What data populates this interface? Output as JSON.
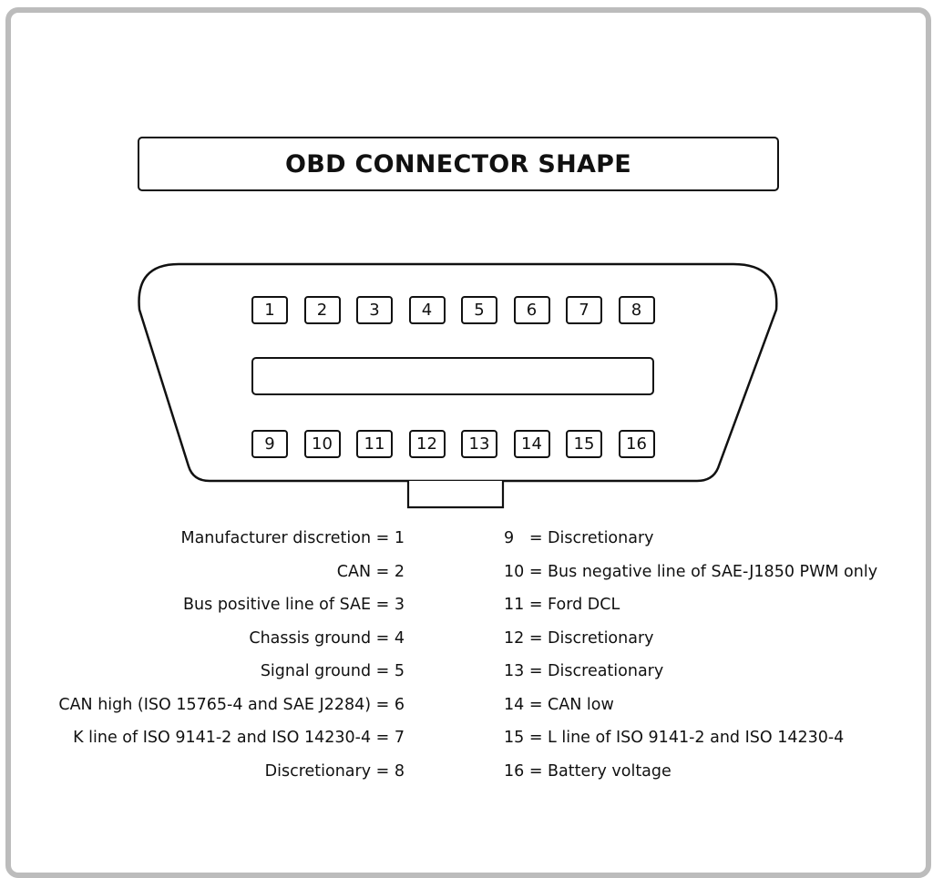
{
  "title": "OBD CONNECTOR SHAPE",
  "pins_top": [
    "1",
    "2",
    "3",
    "4",
    "5",
    "6",
    "7",
    "8"
  ],
  "pins_bottom": [
    "9",
    "10",
    "11",
    "12",
    "13",
    "14",
    "15",
    "16"
  ],
  "legend_left": [
    "Manufacturer discretion = 1",
    "CAN = 2",
    "Bus positive line of SAE = 3",
    "Chassis ground = 4",
    "Signal ground = 5",
    "CAN high (ISO 15765-4 and SAE J2284) = 6",
    "K line of ISO 9141-2 and ISO 14230-4 = 7",
    "Discretionary = 8"
  ],
  "legend_right": [
    "9   = Discretionary",
    "10 = Bus negative line of SAE-J1850 PWM only",
    "11 = Ford DCL",
    "12 = Discretionary",
    "13 = Discreationary",
    "14 = CAN low",
    "15 = L line of ISO 9141-2 and ISO 14230-4",
    "16 = Battery voltage"
  ],
  "colors": {
    "frame": "#bcbcbc",
    "stroke": "#111111",
    "background": "#ffffff"
  }
}
